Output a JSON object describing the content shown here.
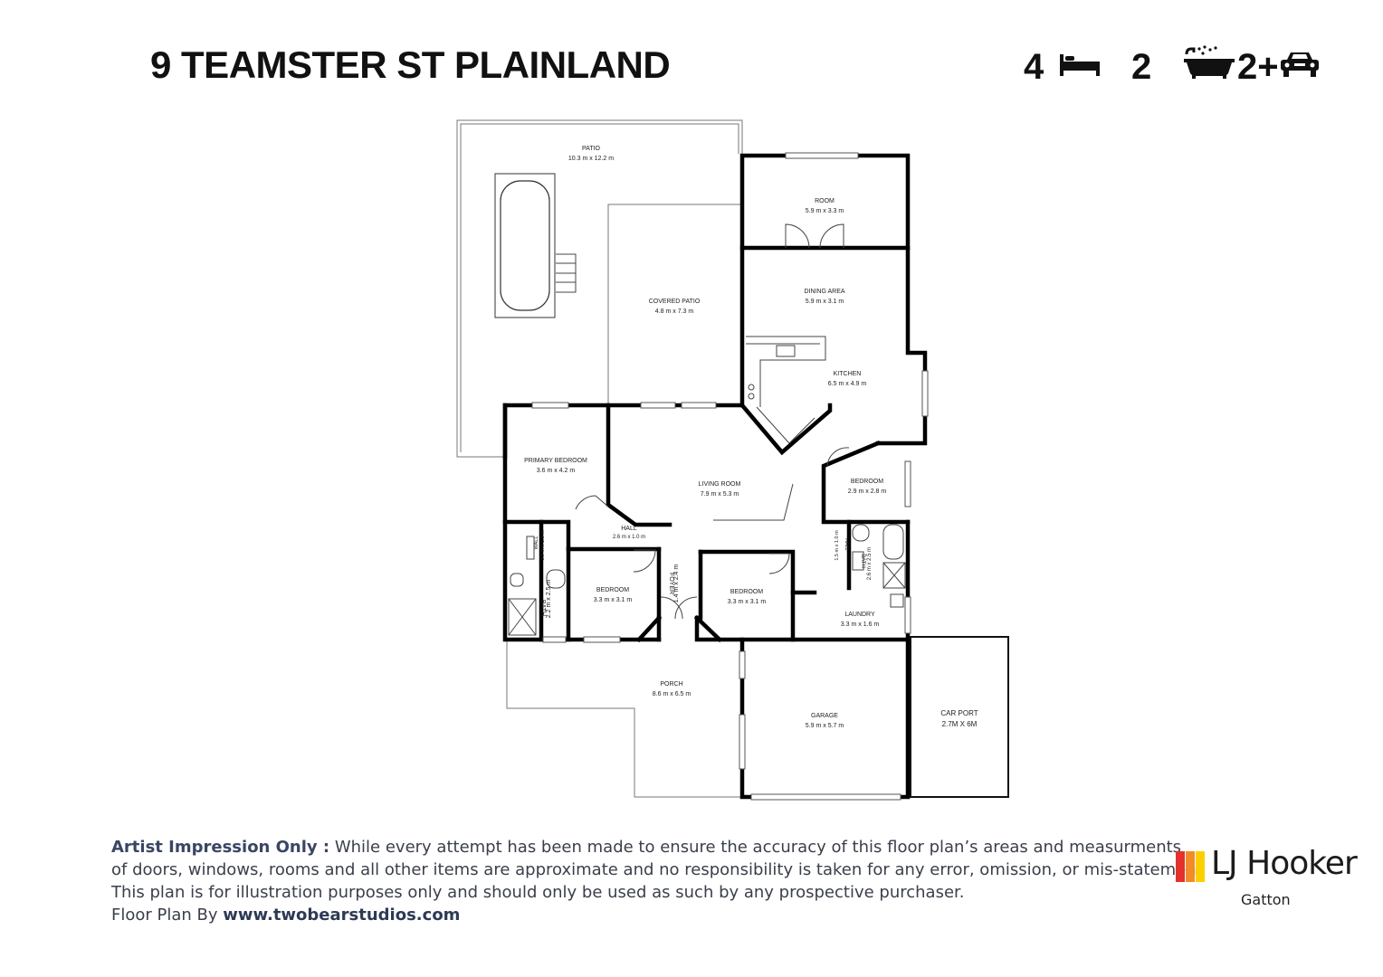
{
  "header": {
    "title": "9 TEAMSTER ST PLAINLAND",
    "bedrooms": "4",
    "bathrooms": "2",
    "car_spaces": "2+"
  },
  "icons": {
    "bed": "bed-icon",
    "bath": "bathtub-icon",
    "car": "car-icon"
  },
  "rooms": [
    {
      "name": "PATIO",
      "size": "10.3 m x 12.2 m"
    },
    {
      "name": "ROOM",
      "size": "5.9 m x 3.3 m"
    },
    {
      "name": "COVERED PATIO",
      "size": "4.8 m x 7.3 m"
    },
    {
      "name": "DINING AREA",
      "size": "5.9 m x 3.1 m"
    },
    {
      "name": "KITCHEN",
      "size": "6.5 m x 4.9 m"
    },
    {
      "name": "PRIMARY BEDROOM",
      "size": "3.6 m x 4.2 m"
    },
    {
      "name": "LIVING ROOM",
      "size": "7.9 m x 5.3 m"
    },
    {
      "name": "BEDROOM",
      "size": "2.9 m x 2.8 m"
    },
    {
      "name": "HALL",
      "size": "2.6 m x 1.0 m"
    },
    {
      "name": "WALL",
      "size": "0.9 m x 1.5 m"
    },
    {
      "name": "BEDROOM",
      "size": "3.3 m x 3.1 m"
    },
    {
      "name": "FOYER",
      "size": "1.4 m x 2.4 m"
    },
    {
      "name": "BEDROOM",
      "size": "3.3 m x 3.1 m"
    },
    {
      "name": "BATH",
      "size": "2.2 m x 2.5 m"
    },
    {
      "name": "BATH",
      "size": "2.6 m x 2.5 m"
    },
    {
      "name": "HALL",
      "size": "1.5 m x 1.0 m"
    },
    {
      "name": "LAUNDRY",
      "size": "3.3 m x 1.6 m"
    },
    {
      "name": "PORCH",
      "size": "8.6 m x 6.5 m"
    },
    {
      "name": "GARAGE",
      "size": "5.9 m x 5.7 m"
    },
    {
      "name": "CAR PORT",
      "size": "2.7M X 6M"
    }
  ],
  "disclaimer": {
    "lead": "Artist Impression Only :",
    "line1": " While every attempt has been made to ensure the accuracy of this floor plan’s areas and measurments",
    "line2": "of doors, windows, rooms and all other items are approximate and no responsibility is taken for any error, omission, or mis-statement",
    "line3": "This plan is for illustration purposes only and should only be used as such by any prospective purchaser.",
    "credit_prefix": "Floor Plan By ",
    "credit_site": "www.twobearstudios.com"
  },
  "brand": {
    "name": "LJ Hooker",
    "office": "Gatton",
    "colors": {
      "red": "#e4312b",
      "orange": "#f28c28",
      "yellow": "#fcd000"
    }
  }
}
